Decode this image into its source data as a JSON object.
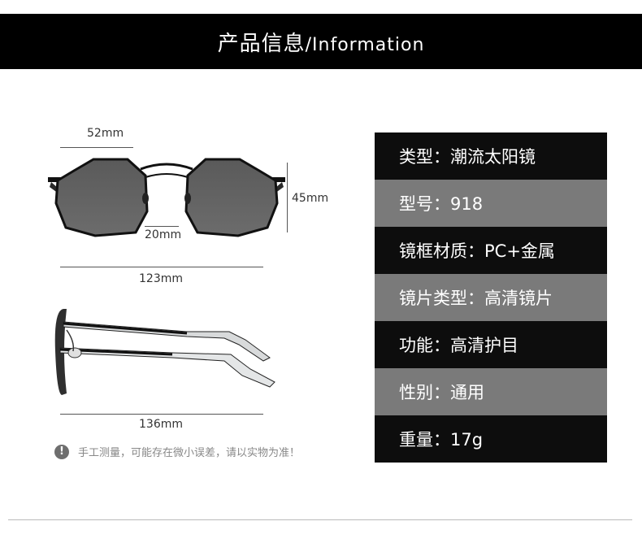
{
  "header": {
    "title_cn": "产品信息",
    "title_en": "/Information"
  },
  "dimensions": {
    "lens_width": "52mm",
    "lens_height": "45mm",
    "bridge": "20mm",
    "frame_width": "123mm",
    "temple_length": "136mm"
  },
  "specs": [
    {
      "text": "类型：潮流太阳镜",
      "bg": "dark"
    },
    {
      "text": "型号：918",
      "bg": "gray"
    },
    {
      "text": "镜框材质：PC+金属",
      "bg": "dark"
    },
    {
      "text": "镜片类型：高清镜片",
      "bg": "gray"
    },
    {
      "text": "功能：高清护目",
      "bg": "dark"
    },
    {
      "text": "性别：通用",
      "bg": "gray"
    },
    {
      "text": "重量：17g",
      "bg": "dark"
    }
  ],
  "notice": {
    "icon": "!",
    "text": "手工测量，可能存在微小误差，请以实物为准！"
  },
  "icons": {
    "notice": "exclamation-icon"
  }
}
